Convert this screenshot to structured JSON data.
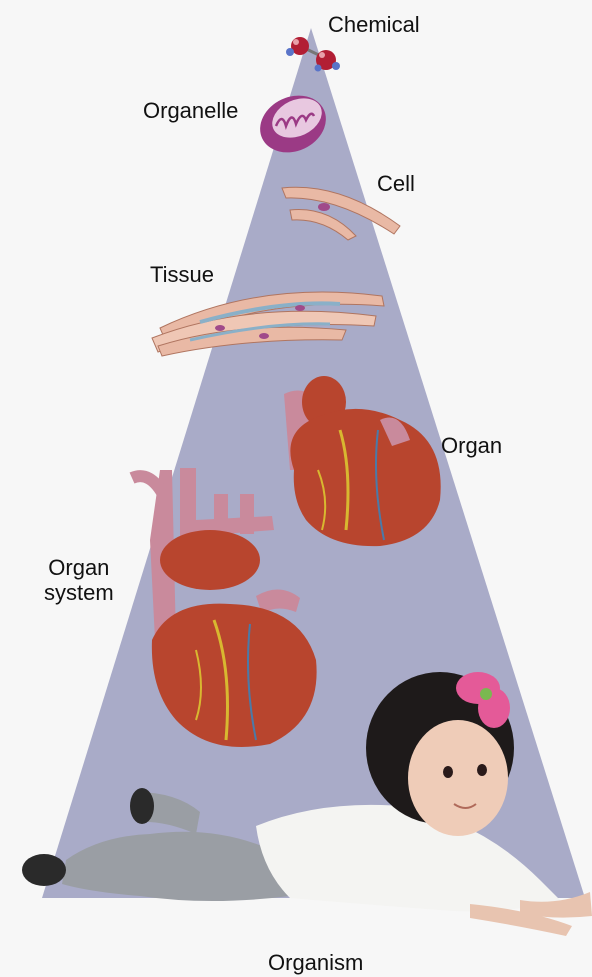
{
  "diagram": {
    "levels": [
      {
        "key": "chemical",
        "label": "Chemical"
      },
      {
        "key": "organelle",
        "label": "Organelle"
      },
      {
        "key": "cell",
        "label": "Cell"
      },
      {
        "key": "tissue",
        "label": "Tissue"
      },
      {
        "key": "organ",
        "label": "Organ"
      },
      {
        "key": "organ_system",
        "label": "Organ\nsystem"
      },
      {
        "key": "organism",
        "label": "Organism"
      }
    ],
    "colors": {
      "pyramid": "#a9abc8",
      "heart_muscle": "#b8452e",
      "vessel": "#c98a9c",
      "tissue": "#e9b9a5",
      "molecule": "#b21e34",
      "organelle": "#9b3a85"
    }
  }
}
